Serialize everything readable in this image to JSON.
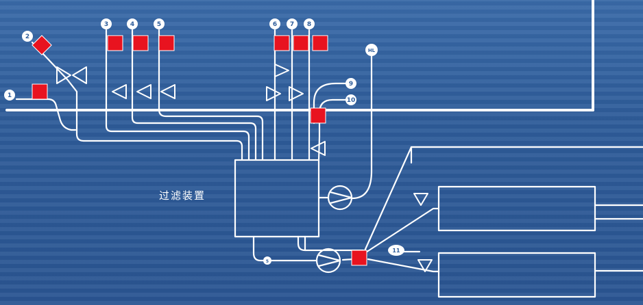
{
  "filter_label": "过滤装置",
  "circle_labels": {
    "c1": "1",
    "c2": "2",
    "c3": "3",
    "c4": "4",
    "c5": "5",
    "c6": "6",
    "c7": "7",
    "c8": "8",
    "c9": "9",
    "c10": "10",
    "c11": "11",
    "c_hl": "HL",
    "c_small": "5"
  },
  "colors": {
    "background": "#2f5e9c",
    "line": "#ffffff",
    "valve_red": "#e8131f",
    "diamond_red": "#e8131f"
  }
}
